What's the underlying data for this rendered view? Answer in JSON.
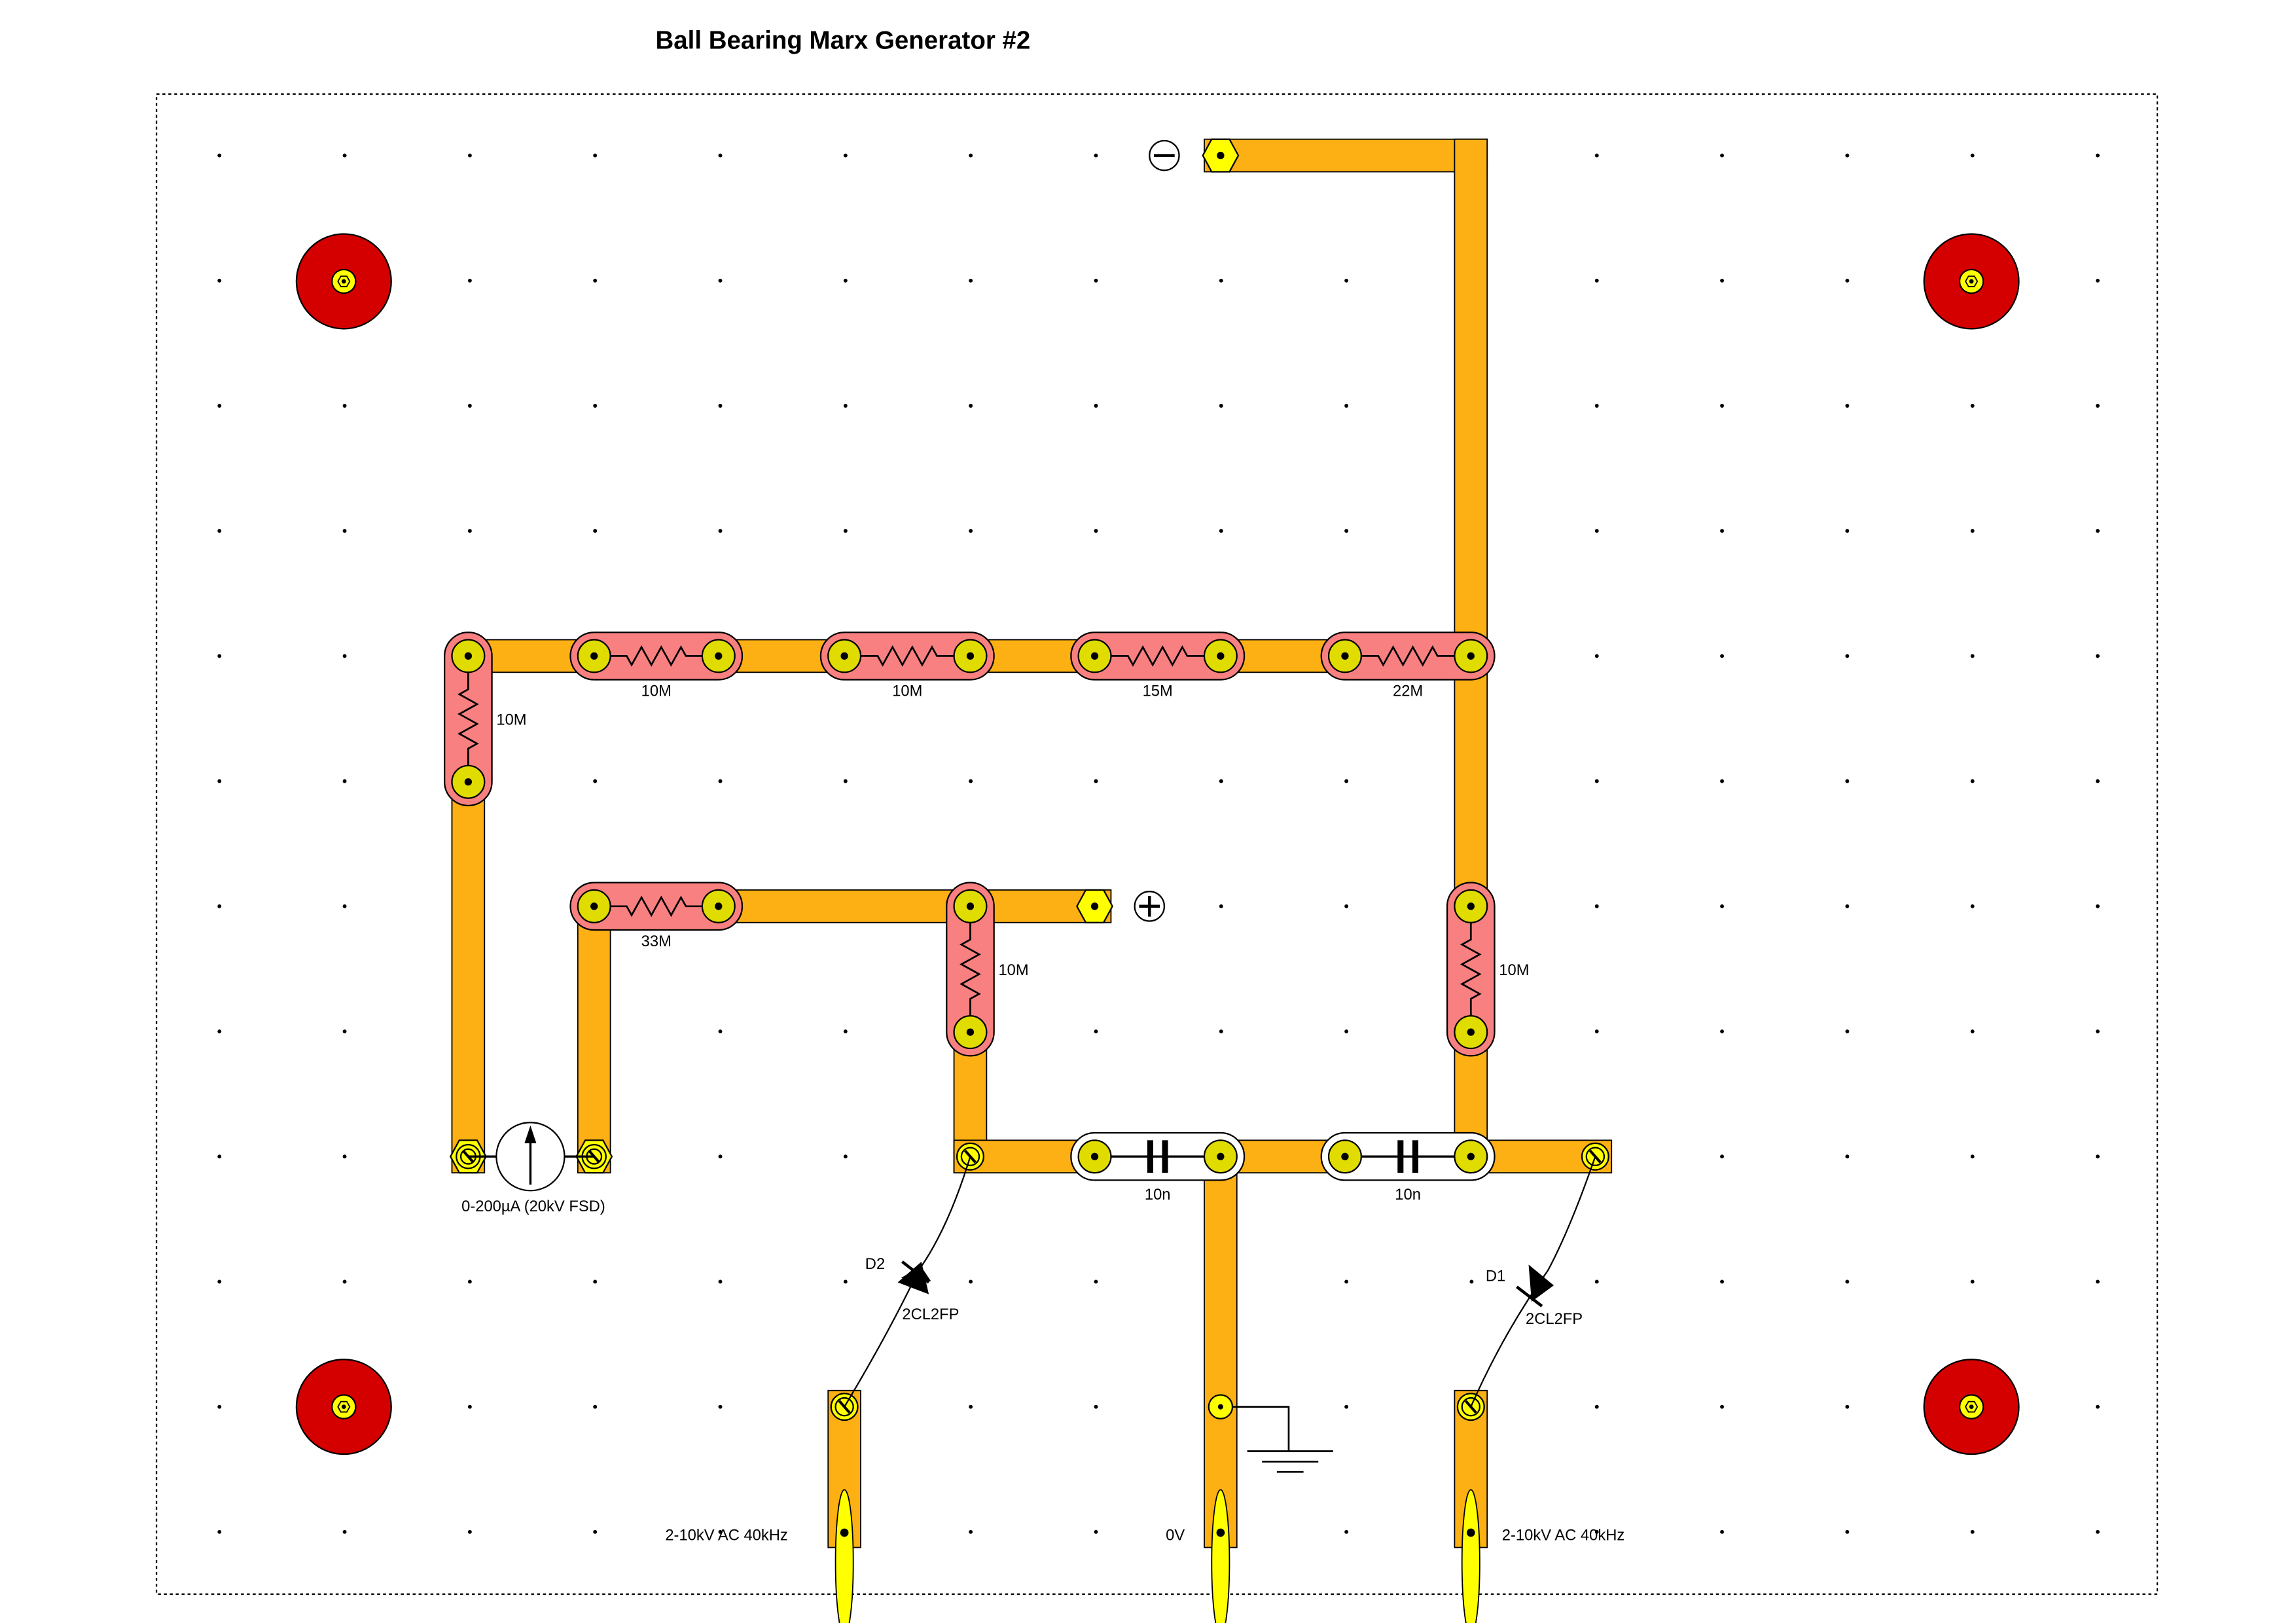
{
  "title": "Ball Bearing Marx Generator #2",
  "components": {
    "resistors": [
      {
        "id": "r-left-vertical",
        "value": "10M"
      },
      {
        "id": "r-top-1",
        "value": "10M"
      },
      {
        "id": "r-top-2",
        "value": "10M"
      },
      {
        "id": "r-top-3",
        "value": "15M"
      },
      {
        "id": "r-top-4",
        "value": "22M"
      },
      {
        "id": "r-mid-33",
        "value": "33M"
      },
      {
        "id": "r-mid-vertical",
        "value": "10M"
      },
      {
        "id": "r-right-vertical",
        "value": "10M"
      }
    ],
    "capacitors": [
      {
        "id": "c1",
        "value": "10n"
      },
      {
        "id": "c2",
        "value": "10n"
      }
    ],
    "diodes": [
      {
        "ref": "D2",
        "part": "2CL2FP"
      },
      {
        "ref": "D1",
        "part": "2CL2FP"
      }
    ],
    "meter": {
      "label": "0-200µA (20kV FSD)"
    },
    "inputs": [
      {
        "label": "2-10kV AC 40kHz"
      },
      {
        "label": "0V"
      },
      {
        "label": "2-10kV AC 40kHz"
      }
    ],
    "terminals": {
      "negative": "−",
      "positive": "+"
    }
  },
  "colors": {
    "trace": "#fdb013",
    "resistor": "#f98080",
    "pad": "#e0dc00",
    "mounting_hole": "#d40000",
    "lead": "#ffff00"
  }
}
